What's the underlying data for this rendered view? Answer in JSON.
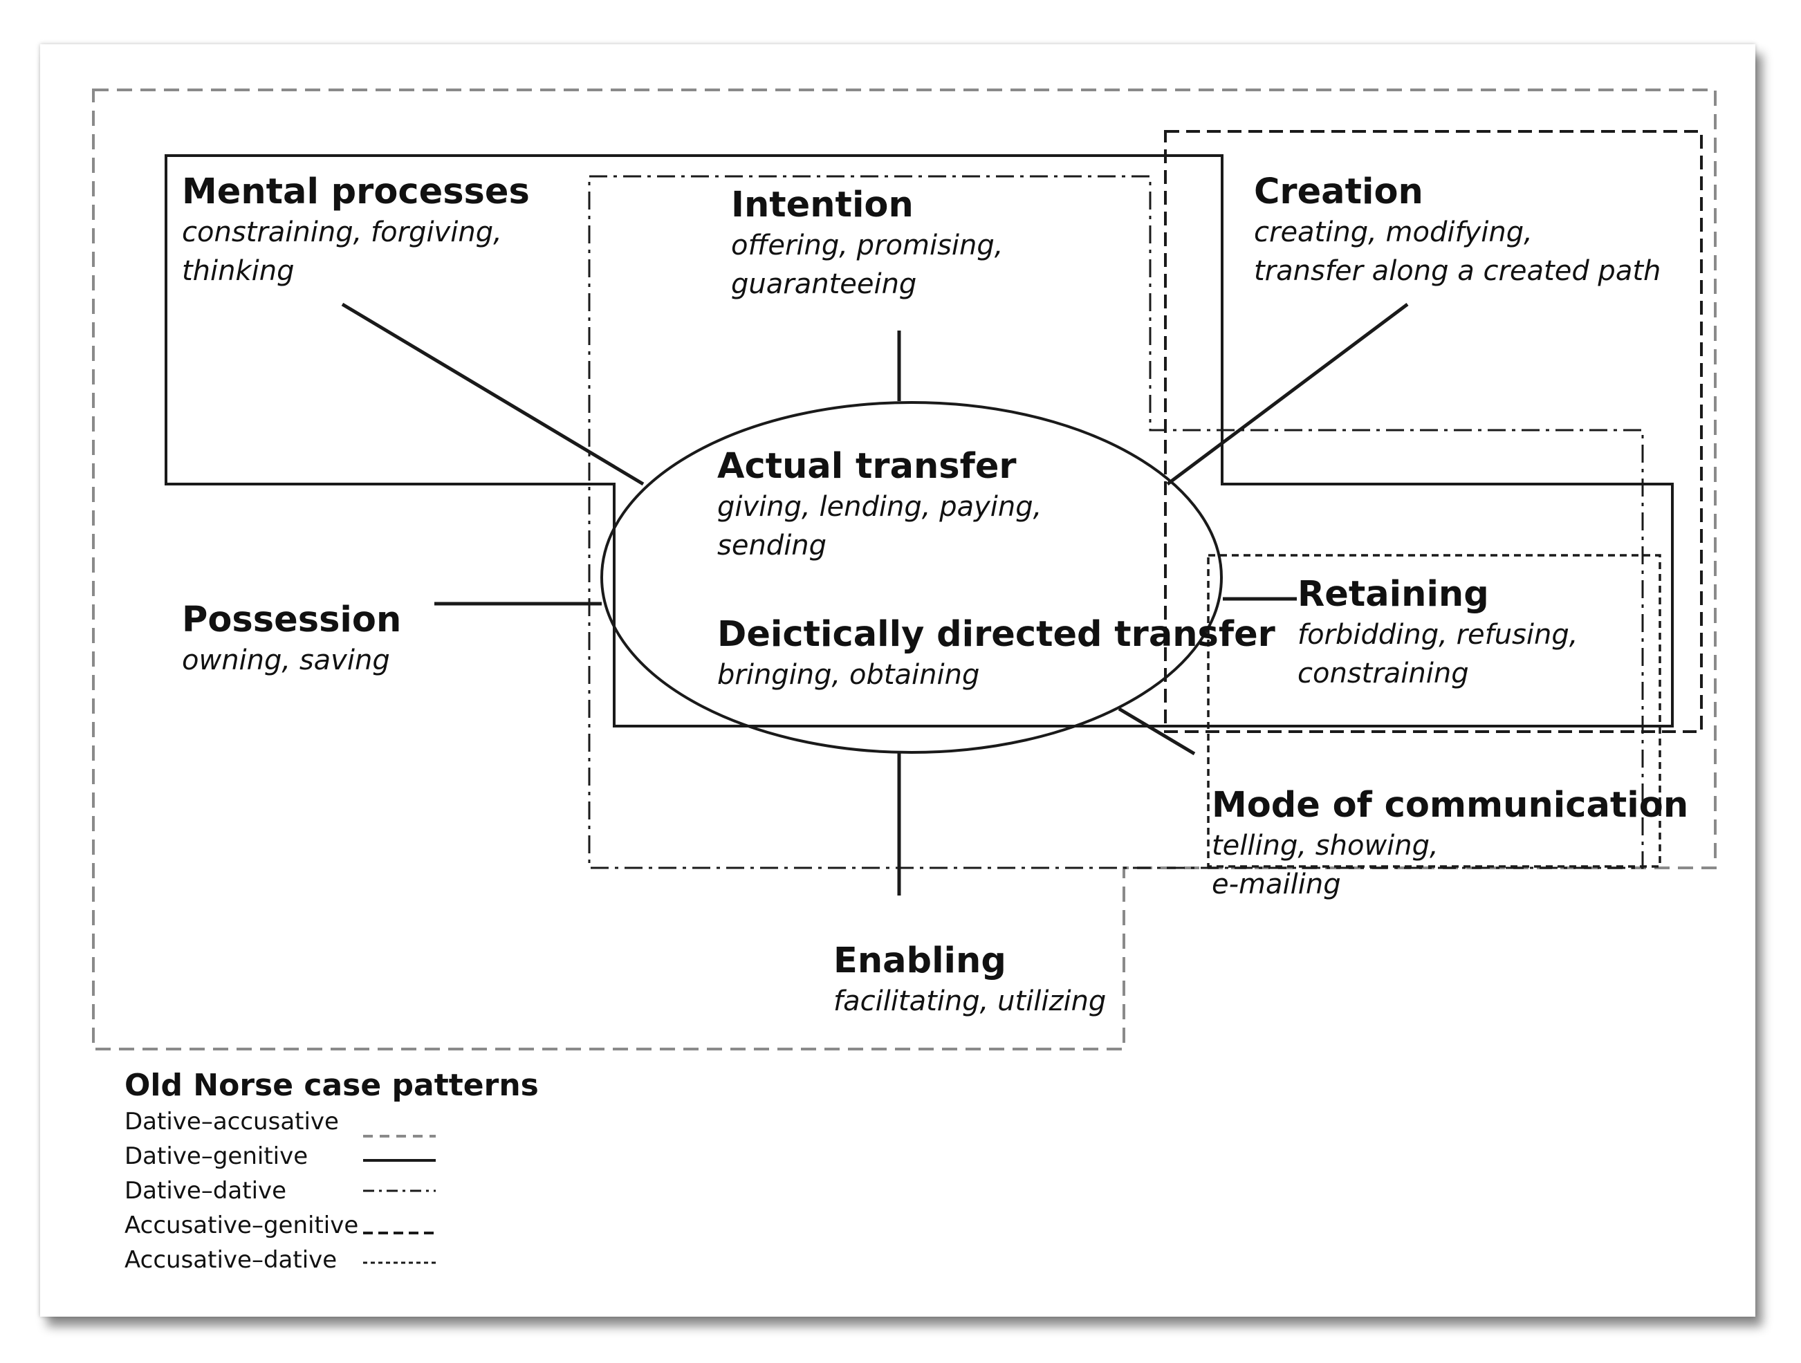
{
  "nodes": {
    "mental_processes": {
      "title": "Mental processes",
      "examples": [
        "constraining, forgiving,",
        "thinking"
      ]
    },
    "intention": {
      "title": "Intention",
      "examples": [
        "offering, promising,",
        "guaranteeing"
      ]
    },
    "creation": {
      "title": "Creation",
      "examples": [
        "creating, modifying,",
        "transfer along a created path"
      ]
    },
    "actual_transfer": {
      "title": "Actual transfer",
      "examples": [
        "giving, lending, paying,",
        "sending"
      ]
    },
    "deictic_transfer": {
      "title": "Deictically directed transfer",
      "examples": [
        "bringing, obtaining"
      ]
    },
    "possession": {
      "title": "Possession",
      "examples": [
        "owning, saving"
      ]
    },
    "retaining": {
      "title": "Retaining",
      "examples": [
        "forbidding, refusing,",
        "constraining"
      ]
    },
    "mode_of_communication": {
      "title": "Mode of communication",
      "examples": [
        "telling, showing,",
        "e-mailing"
      ]
    },
    "enabling": {
      "title": "Enabling",
      "examples": [
        "facilitating, utilizing"
      ]
    }
  },
  "legend": {
    "title": "Old Norse case patterns",
    "items": [
      {
        "label": "Dative–accusative",
        "style": "dative-accusative"
      },
      {
        "label": "Dative–genitive",
        "style": "dative-genitive"
      },
      {
        "label": "Dative–dative",
        "style": "dative-dative"
      },
      {
        "label": "Accusative–genitive",
        "style": "accusative-genitive"
      },
      {
        "label": "Accusative–dative",
        "style": "accusative-dative"
      }
    ]
  },
  "colors": {
    "line": "#1a1a1a",
    "light_dash": "#8a8a8a",
    "background": "#ffffff"
  }
}
